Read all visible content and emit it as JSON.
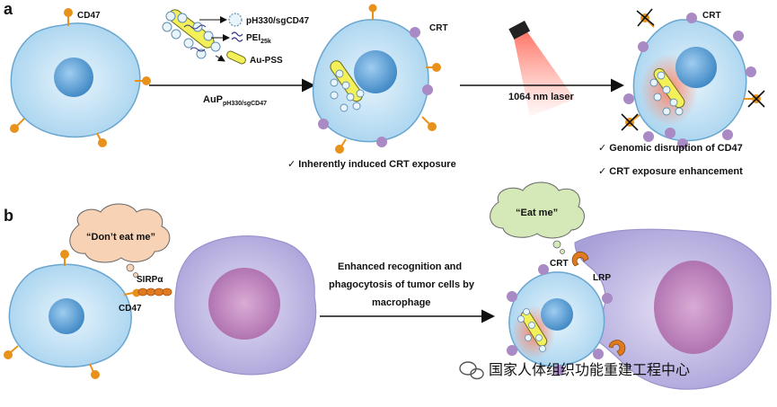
{
  "panel_a": {
    "letter": "a",
    "cd47_label": "CD47",
    "legend": {
      "item1": "pH330/sgCD47",
      "item2": "PEI",
      "item2_sub": "25k",
      "item3": "Au-PSS"
    },
    "arrow1_label_main": "AuP",
    "arrow1_label_sub": "pH330/sgCD47",
    "crt_label_1": "CRT",
    "laser_label": "1064 nm laser",
    "crt_label_2": "CRT",
    "caption_mid": "✓  Inherently induced CRT exposure",
    "caption_right_1": "✓  Genomic disruption of CD47",
    "caption_right_2": "✓  CRT exposure enhancement"
  },
  "panel_b": {
    "letter": "b",
    "bubble_left": "“Don’t eat me”",
    "sirpa_label": "SIRPα",
    "cd47_label": "CD47",
    "arrow_text_1": "Enhanced recognition and",
    "arrow_text_2": "phagocytosis of tumor cells by",
    "arrow_text_3": "macrophage",
    "bubble_right": "“Eat me”",
    "crt_label": "CRT",
    "lrp_label": "LRP"
  },
  "watermark": "国家人体组织功能重建工程中心",
  "colors": {
    "cell_fill": "#bfe0f4",
    "cell_stroke": "#6aa6cf",
    "nucleus": "#5a9fd0",
    "cd47": "#e8921c",
    "crt": "#a98ac4",
    "macrophage": "#c9c3e6",
    "macrophage_nucleus": "#b06aa8",
    "nanorod": "#f4f05a",
    "bubble_left": "#f8d2b4",
    "bubble_right": "#d5e9b8"
  }
}
